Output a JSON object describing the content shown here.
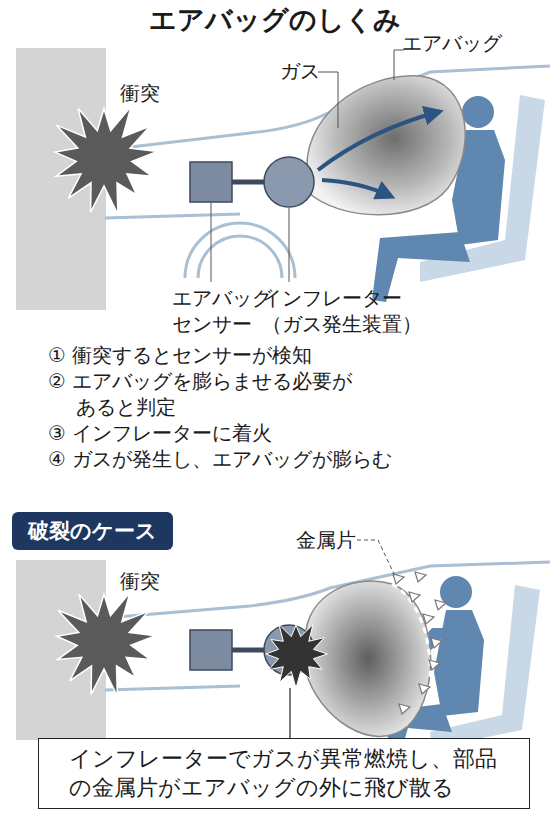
{
  "diagram": {
    "title": "エアバッグのしくみ",
    "nodes": [
      {
        "text": [
          "破裂のケース"
        ]
      },
      {
        "text": [
          "インフレーターでガスが異常燃焼し、部品の金属片がエアバッグの外に飛び散る"
        ]
      }
    ],
    "labels": [
      "衝突",
      "ガス",
      "エアバッグ",
      "エアバッグ センサー",
      "インフレーター （ガス発生装置）",
      "① 衝突するとセンサーが検知",
      "② エアバッグを膨らませる必要が あると判定",
      "③ インフレーターに着火",
      "④ ガスが発生し、エアバッグが膨らむ",
      "衝突",
      "金属片"
    ]
  }
}
